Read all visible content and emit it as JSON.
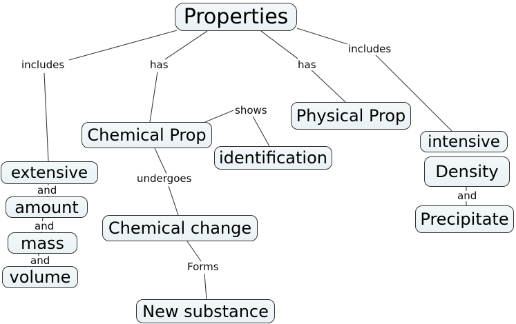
{
  "nodes": {
    "properties": "Properties",
    "chemical_prop": "Chemical Prop",
    "physical_prop": "Physical Prop",
    "identification": "identification",
    "extensive": "extensive",
    "amount": "amount",
    "mass": "mass",
    "volume": "volume",
    "intensive": "intensive",
    "density": "Density",
    "precipitate": "Precipitate",
    "chemical_change": "Chemical change",
    "new_substance": "New substance"
  },
  "edge_labels": {
    "includes_left": "includes",
    "has_left": "has",
    "has_right": "has",
    "includes_right": "includes",
    "shows": "shows",
    "undergoes": "undergoes",
    "forms": "Forms",
    "and_1": "and",
    "and_2": "and",
    "and_3": "and",
    "and_4": "and"
  },
  "edges": [
    {
      "from": "Properties",
      "label": "includes",
      "to": "extensive"
    },
    {
      "from": "Properties",
      "label": "has",
      "to": "Chemical Prop"
    },
    {
      "from": "Properties",
      "label": "has",
      "to": "Physical Prop"
    },
    {
      "from": "Properties",
      "label": "includes",
      "to": "intensive"
    },
    {
      "from": "Chemical Prop",
      "label": "shows",
      "to": "identification"
    },
    {
      "from": "Chemical Prop",
      "label": "undergoes",
      "to": "Chemical change"
    },
    {
      "from": "Chemical change",
      "label": "Forms",
      "to": "New substance"
    },
    {
      "from": "extensive",
      "label": "and",
      "to": "amount"
    },
    {
      "from": "amount",
      "label": "and",
      "to": "mass"
    },
    {
      "from": "mass",
      "label": "and",
      "to": "volume"
    },
    {
      "from": "Density",
      "label": "and",
      "to": "Precipitate"
    }
  ],
  "colors": {
    "node_fill": "#edf4f7",
    "node_border": "#323232",
    "edge_line": "#3a3a3a",
    "background": "#ffffff",
    "text": "#000000"
  }
}
